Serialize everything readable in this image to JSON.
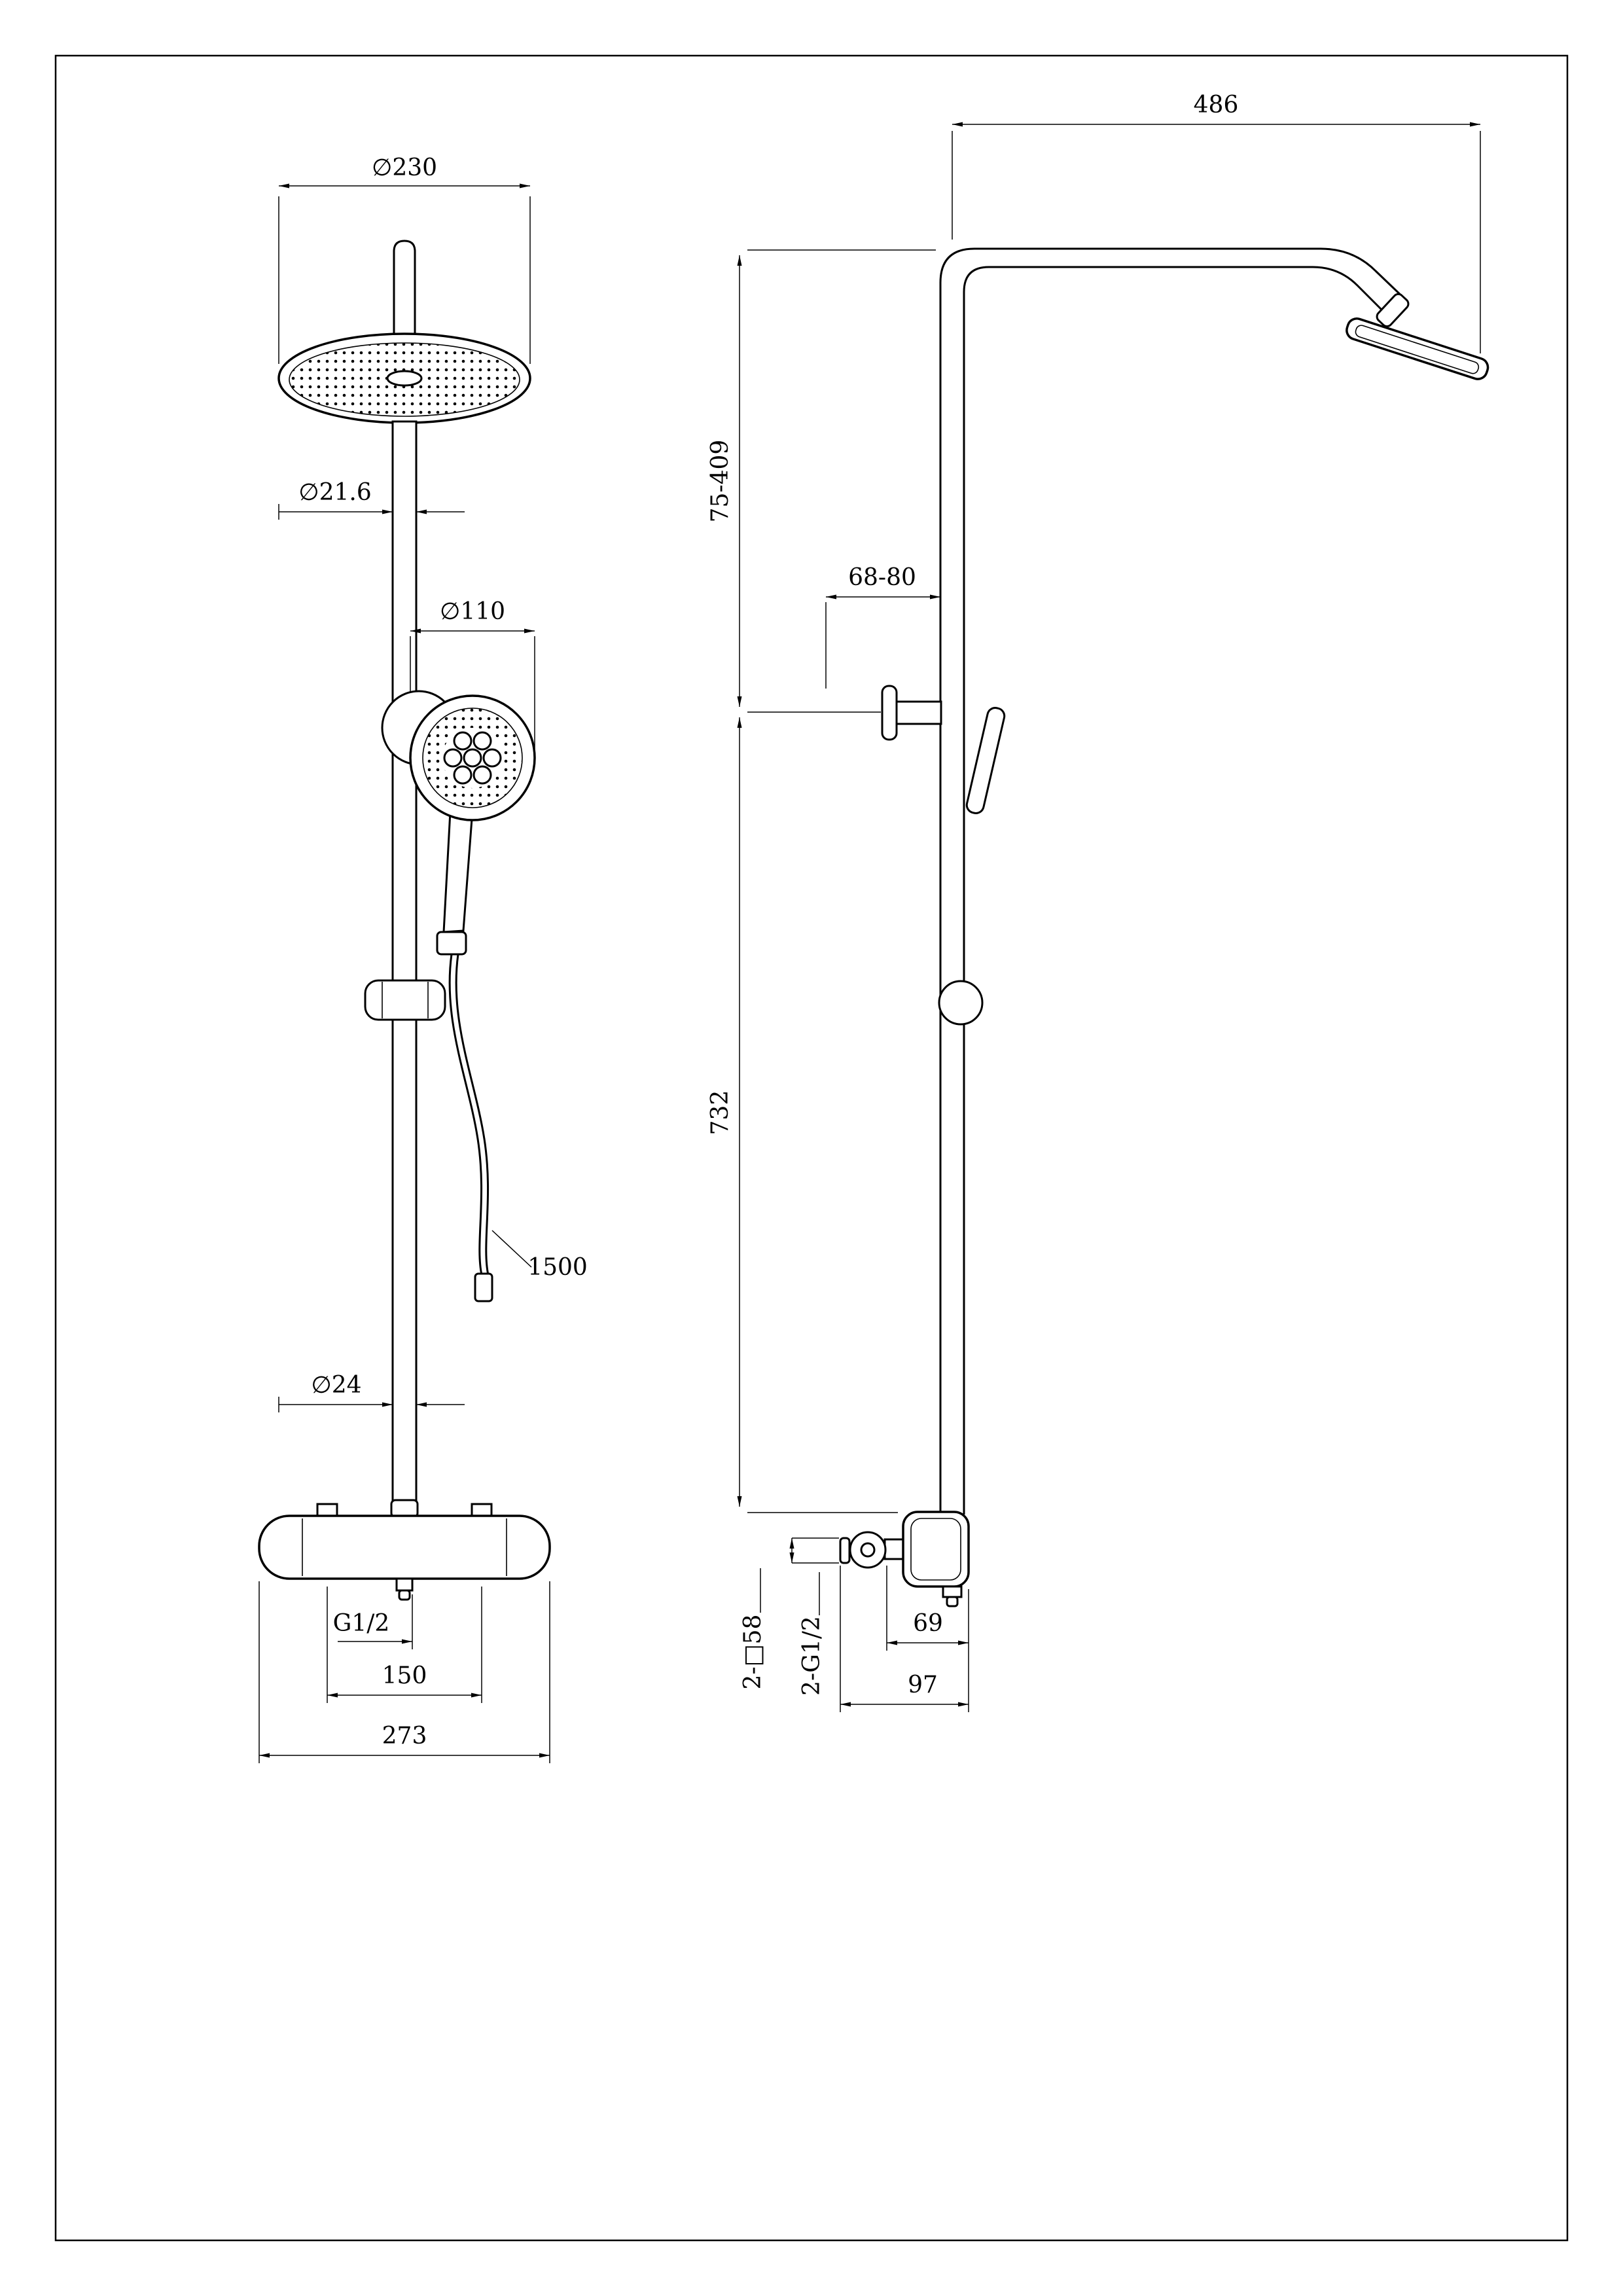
{
  "drawing": {
    "front_view": {
      "dim_head_diameter": "∅230",
      "dim_pipe_diameter": "∅21.6",
      "dim_handshower_diameter": "∅110",
      "dim_hose_length": "1500",
      "dim_lower_pipe_diameter": "∅24",
      "dim_outlet_thread": "G1/2",
      "dim_inlet_spacing": "150",
      "dim_valve_width": "273"
    },
    "side_view": {
      "dim_arm_reach": "486",
      "dim_head_height_range": "75-409",
      "dim_bracket_projection": "68-80",
      "dim_rail_length": "732",
      "dim_wall_flange_square": "2-□58",
      "dim_wall_inlet_thread": "2-G1/2",
      "dim_valve_body_depth": "69",
      "dim_valve_total_depth": "97"
    }
  }
}
